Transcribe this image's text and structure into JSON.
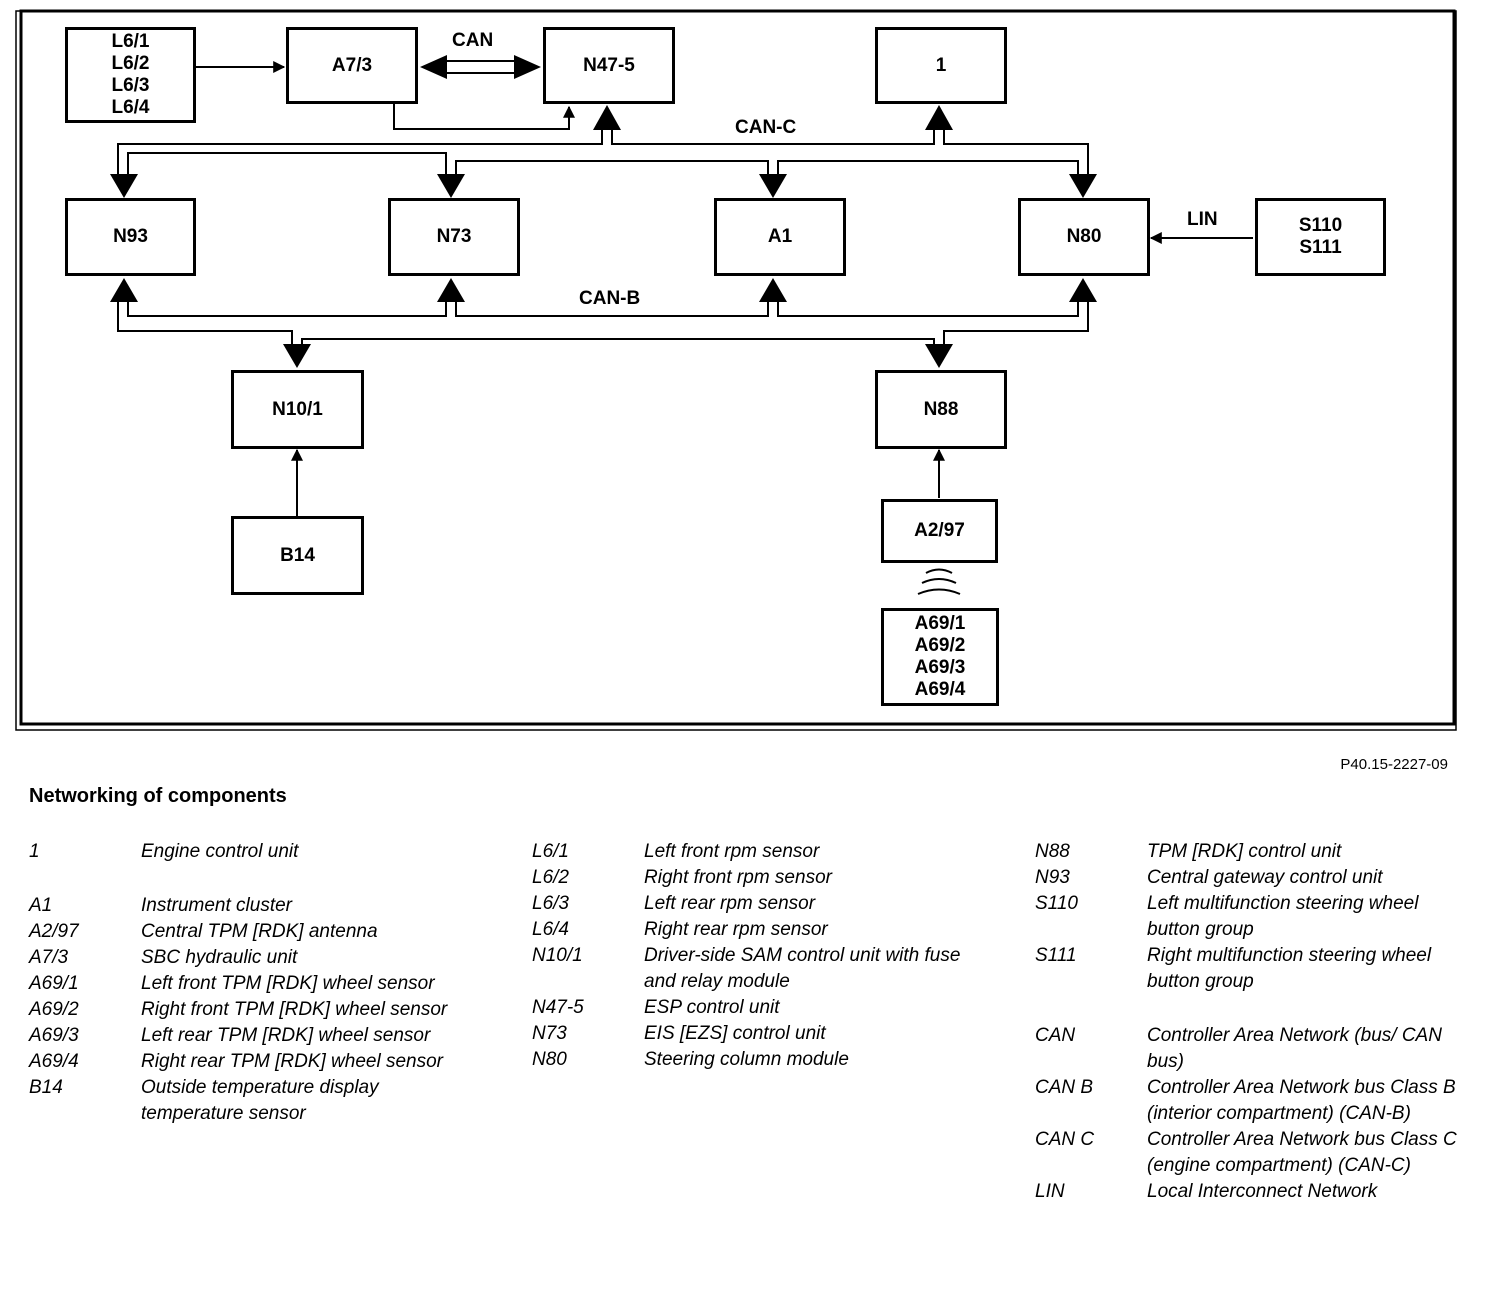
{
  "diagram": {
    "blocks": [
      {
        "id": "L6",
        "lines": [
          "L6/1",
          "L6/2",
          "L6/3",
          "L6/4"
        ]
      },
      {
        "id": "A7_3",
        "lines": [
          "A7/3"
        ]
      },
      {
        "id": "N47_5",
        "lines": [
          "N47-5"
        ]
      },
      {
        "id": "ECU1",
        "lines": [
          "1"
        ]
      },
      {
        "id": "N93",
        "lines": [
          "N93"
        ]
      },
      {
        "id": "N73",
        "lines": [
          "N73"
        ]
      },
      {
        "id": "A1",
        "lines": [
          "A1"
        ]
      },
      {
        "id": "N80",
        "lines": [
          "N80"
        ]
      },
      {
        "id": "S110",
        "lines": [
          "S110",
          "S111"
        ]
      },
      {
        "id": "N10_1",
        "lines": [
          "N10/1"
        ]
      },
      {
        "id": "N88",
        "lines": [
          "N88"
        ]
      },
      {
        "id": "B14",
        "lines": [
          "B14"
        ]
      },
      {
        "id": "A2_97",
        "lines": [
          "A2/97"
        ]
      },
      {
        "id": "A69",
        "lines": [
          "A69/1",
          "A69/2",
          "A69/3",
          "A69/4"
        ]
      }
    ],
    "bus_labels": {
      "can": "CAN",
      "can_c": "CAN-C",
      "can_b": "CAN-B",
      "lin": "LIN"
    }
  },
  "figure_id": "P40.15-2227-09",
  "legend": {
    "title": "Networking of components",
    "columns": [
      [
        {
          "code": "1",
          "desc": "Engine control unit",
          "spacer": true
        },
        {
          "code": "A1",
          "desc": "Instrument cluster"
        },
        {
          "code": "A2/97",
          "desc": "Central TPM [RDK] antenna"
        },
        {
          "code": "A7/3",
          "desc": "SBC hydraulic unit"
        },
        {
          "code": "A69/1",
          "desc": "Left front TPM [RDK] wheel sensor"
        },
        {
          "code": "A69/2",
          "desc": "Right front TPM [RDK] wheel sensor"
        },
        {
          "code": "A69/3",
          "desc": "Left rear TPM [RDK] wheel sensor"
        },
        {
          "code": "A69/4",
          "desc": "Right rear TPM [RDK] wheel sensor"
        },
        {
          "code": "B14",
          "desc": "Outside temperature display temperature sensor"
        }
      ],
      [
        {
          "code": "L6/1",
          "desc": "Left front rpm sensor"
        },
        {
          "code": "L6/2",
          "desc": "Right front rpm sensor"
        },
        {
          "code": "L6/3",
          "desc": "Left rear rpm sensor"
        },
        {
          "code": "L6/4",
          "desc": "Right rear rpm sensor"
        },
        {
          "code": "N10/1",
          "desc": "Driver-side SAM control unit with fuse and relay module"
        },
        {
          "code": "N47-5",
          "desc": "ESP control unit"
        },
        {
          "code": "N73",
          "desc": "EIS [EZS] control unit"
        },
        {
          "code": "N80",
          "desc": "Steering column module"
        }
      ],
      [
        {
          "code": "N88",
          "desc": "TPM [RDK] control unit"
        },
        {
          "code": "N93",
          "desc": "Central gateway control unit"
        },
        {
          "code": "S110",
          "desc": "Left multifunction steering wheel button group"
        },
        {
          "code": "S111",
          "desc": "Right multifunction steering wheel button group",
          "spacer": true
        },
        {
          "code": "CAN",
          "desc": "Controller Area Network (bus/ CAN bus)"
        },
        {
          "code": "CAN B",
          "desc": "Controller Area Network bus Class B (interior compartment) (CAN-B)"
        },
        {
          "code": "CAN C",
          "desc": "Controller Area Network bus Class C (engine compartment) (CAN-C)"
        },
        {
          "code": "LIN",
          "desc": "Local Interconnect Network"
        }
      ]
    ]
  }
}
